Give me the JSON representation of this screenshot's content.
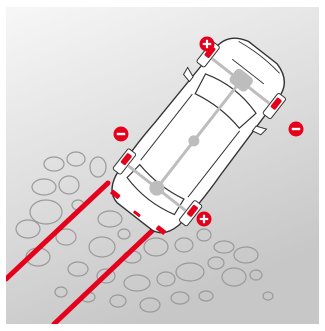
{
  "diagram": {
    "markers": [
      {
        "id": "front-left",
        "symbol": "plus",
        "effect": "increase"
      },
      {
        "id": "front-right",
        "symbol": "minus",
        "effect": "decrease"
      },
      {
        "id": "rear-left",
        "symbol": "minus",
        "effect": "decrease"
      },
      {
        "id": "rear-right",
        "symbol": "plus",
        "effect": "increase"
      }
    ]
  },
  "colors": {
    "accent_red": "#e5001c",
    "background_light": "#f7f7f7",
    "background_dark": "#c7c7c7",
    "car_body": "#ffffff",
    "outline": "#333333",
    "drivetrain": "#bdbdbd"
  }
}
